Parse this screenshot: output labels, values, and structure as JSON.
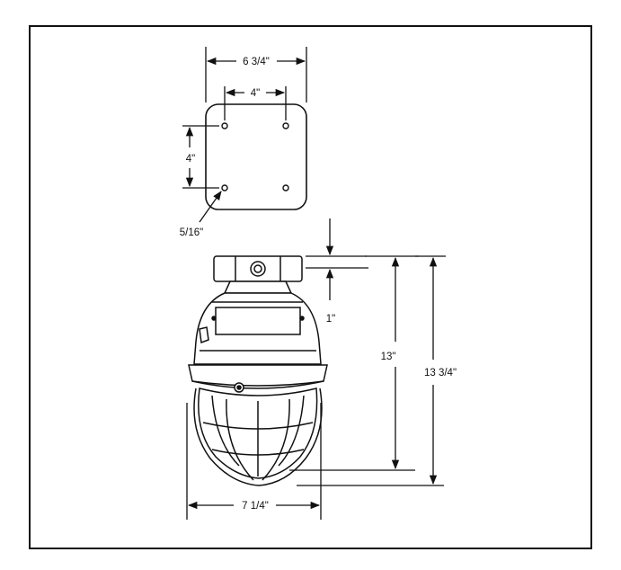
{
  "diagram": {
    "dimensions": {
      "plate_width": "6 3/4\"",
      "hole_spacing_horizontal": "4\"",
      "hole_spacing_vertical": "4\"",
      "hole_diameter": "5/16\"",
      "box_height": "1\"",
      "fixture_height_13": "13\"",
      "overall_height": "13 3/4\"",
      "fixture_width": "7 1/4\""
    }
  }
}
